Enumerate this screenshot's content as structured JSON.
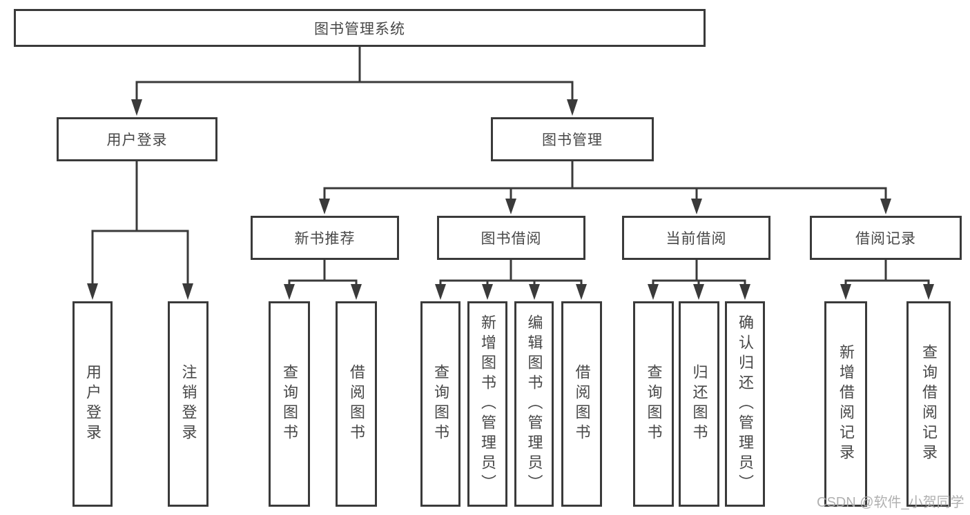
{
  "diagram_title": "图书管理系统",
  "tree": {
    "label": "图书管理系统",
    "children": [
      {
        "label": "用户登录",
        "children": [
          {
            "label": "用户登录"
          },
          {
            "label": "注销登录"
          }
        ]
      },
      {
        "label": "图书管理",
        "children": [
          {
            "label": "新书推荐",
            "children": [
              {
                "label": "查询图书"
              },
              {
                "label": "借阅图书"
              }
            ]
          },
          {
            "label": "图书借阅",
            "children": [
              {
                "label": "查询图书"
              },
              {
                "label": "新增图书（管理员）"
              },
              {
                "label": "编辑图书（管理员）"
              },
              {
                "label": "借阅图书"
              }
            ]
          },
          {
            "label": "当前借阅",
            "children": [
              {
                "label": "查询图书"
              },
              {
                "label": "归还图书"
              },
              {
                "label": "确认归还（管理员）"
              }
            ]
          },
          {
            "label": "借阅记录",
            "children": [
              {
                "label": "新增借阅记录"
              },
              {
                "label": "查询借阅记录"
              }
            ]
          }
        ]
      }
    ]
  },
  "watermark": {
    "text": "CSDN @软件_小贺同学"
  },
  "colors": {
    "line": "#3a3a3a",
    "box_border": "#3a3a3a",
    "box_fill": "#ffffff",
    "text": "#474747",
    "watermark": "#acacac",
    "background": "#ffffff"
  }
}
